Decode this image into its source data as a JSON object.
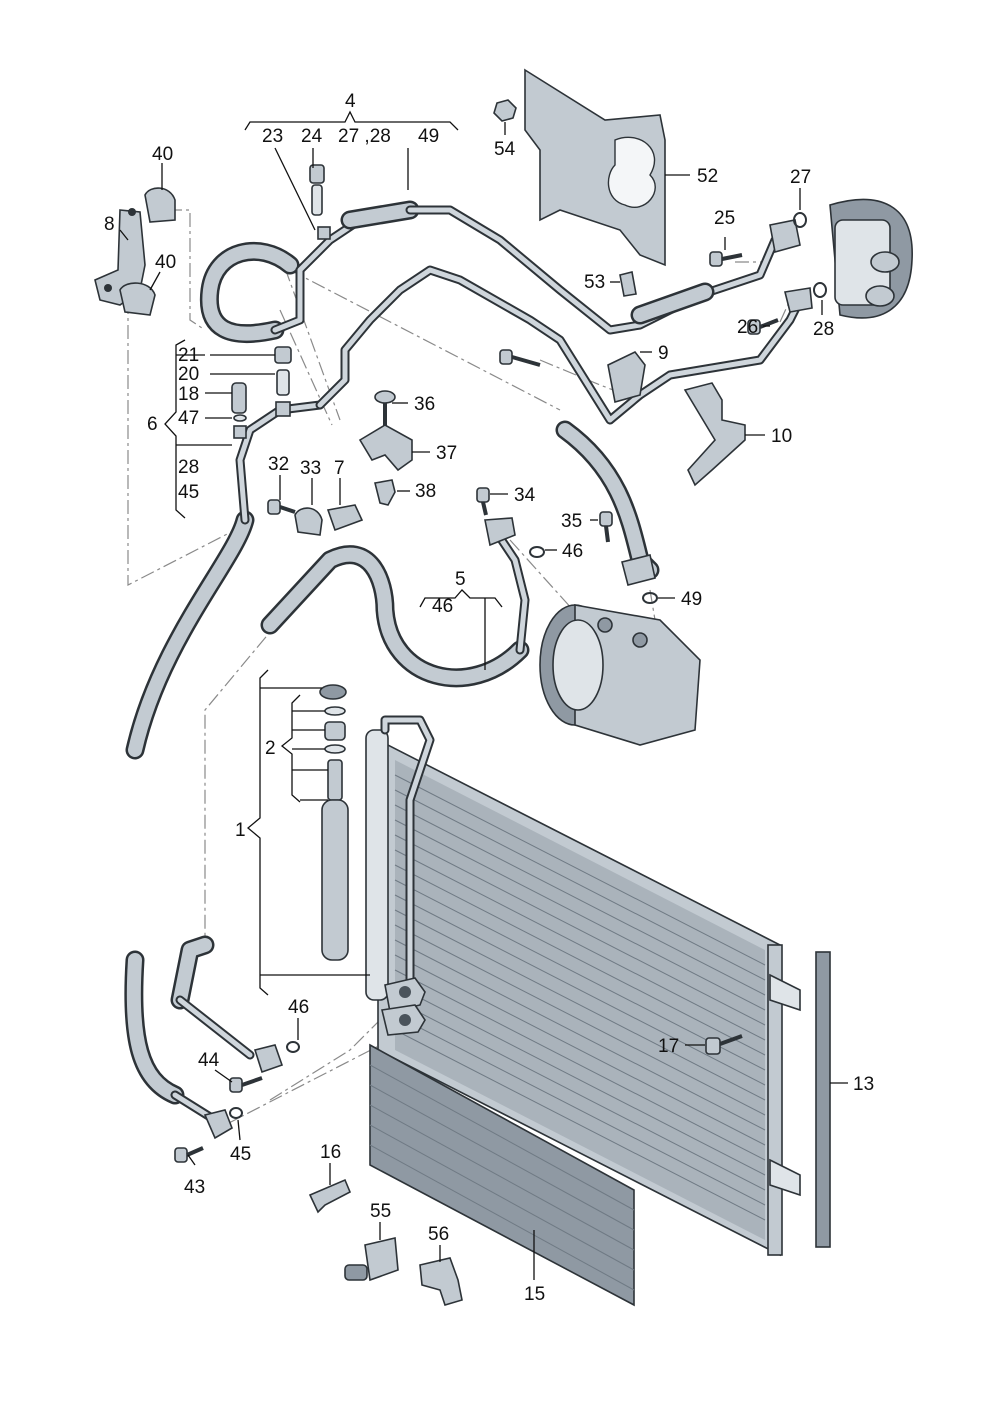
{
  "labels": {
    "l1": "1",
    "l2": "2",
    "l4": "4",
    "l5": "5",
    "l6": "6",
    "l7": "7",
    "l8": "8",
    "l9": "9",
    "l10": "10",
    "l13": "13",
    "l15": "15",
    "l16": "16",
    "l17": "17",
    "l18": "18",
    "l20": "20",
    "l21": "21",
    "l23": "23",
    "l24": "24",
    "l25": "25",
    "l26": "26",
    "l27a": "27",
    "l27_28": "27 ,28",
    "l28a": "28",
    "l28b": "28",
    "l32": "32",
    "l33": "33",
    "l34": "34",
    "l35": "35",
    "l36": "36",
    "l37": "37",
    "l38": "38",
    "l40a": "40",
    "l40b": "40",
    "l43": "43",
    "l44": "44",
    "l45a": "45",
    "l45b": "45",
    "l46a": "46",
    "l46b": "46",
    "l46c": "46",
    "l47": "47",
    "l49a": "49",
    "l49b": "49",
    "l52": "52",
    "l53": "53",
    "l54": "54",
    "l55": "55",
    "l56": "56"
  },
  "colors": {
    "part_fill": "#c2cad1",
    "part_outline": "#2d3338",
    "leader_line": "#111111",
    "dash_line": "#8a8a8a"
  }
}
